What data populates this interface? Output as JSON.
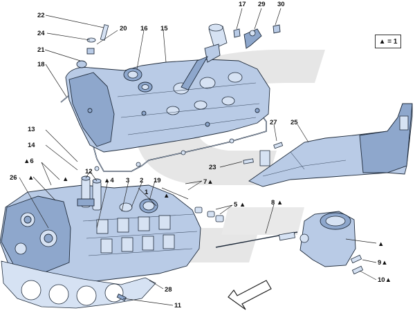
{
  "legend": {
    "text": "▲ = 1"
  },
  "callouts": {
    "c1": {
      "label": "1"
    },
    "c2": {
      "label": "2"
    },
    "c3": {
      "label": "3"
    },
    "c4": {
      "label": "▲4"
    },
    "c5": {
      "label": "5 ▲"
    },
    "c6": {
      "label": "▲6"
    },
    "c7": {
      "label": "7▲"
    },
    "c8": {
      "label": "8 ▲"
    },
    "c9": {
      "label": "9▲"
    },
    "c10": {
      "label": "10▲"
    },
    "c11": {
      "label": "11"
    },
    "c12": {
      "label": "12"
    },
    "c13": {
      "label": "13"
    },
    "c14": {
      "label": "14"
    },
    "c15": {
      "label": "15"
    },
    "c16": {
      "label": "16"
    },
    "c17": {
      "label": "17"
    },
    "c18": {
      "label": "18"
    },
    "c19": {
      "label": "19"
    },
    "c20": {
      "label": "20"
    },
    "c21": {
      "label": "21"
    },
    "c22": {
      "label": "22"
    },
    "c23": {
      "label": "23"
    },
    "c24": {
      "label": "24"
    },
    "c25": {
      "label": "25"
    },
    "c26": {
      "label": "26"
    },
    "c27": {
      "label": "27"
    },
    "c28": {
      "label": "28"
    },
    "c29": {
      "label": "29"
    },
    "c30": {
      "label": "30"
    },
    "m1": {
      "label": "▲"
    },
    "m2": {
      "label": "▲"
    },
    "m3": {
      "label": "▲"
    },
    "m4": {
      "label": "▲"
    }
  },
  "colors": {
    "part_fill": "#b9cbe6",
    "watermark": "#e6e6e6",
    "outline": "#1e2a3a"
  },
  "icons": {
    "direction": "front-direction-arrow-icon",
    "watermark": "brand-watermark-logo"
  }
}
